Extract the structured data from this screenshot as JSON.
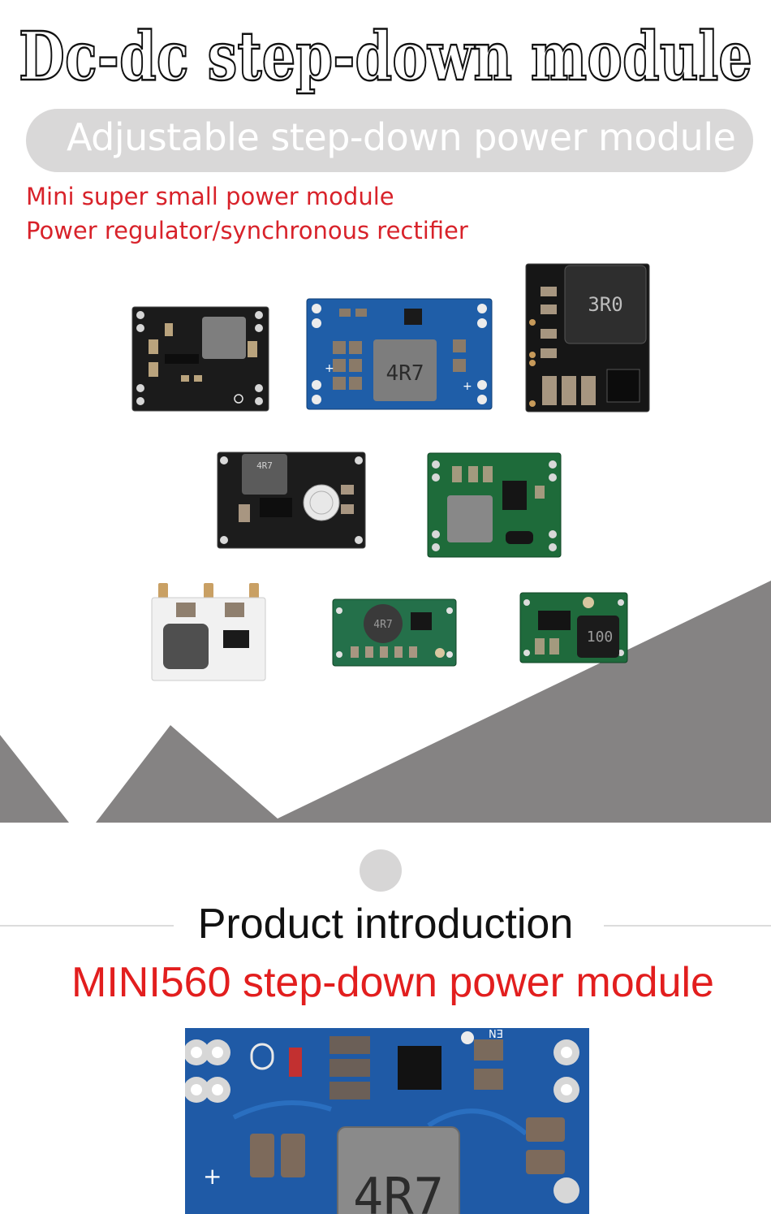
{
  "header": {
    "title": "Dc-dc step-down module",
    "subtitle": "Adjustable step-down power module",
    "features": [
      "Mini super small power module",
      "Power regulator/synchronous rectifier"
    ]
  },
  "gallery": {
    "modules": [
      {
        "marking": ""
      },
      {
        "marking": "4R7"
      },
      {
        "marking": "3R0"
      },
      {
        "marking": "4R7"
      },
      {
        "marking": ""
      },
      {
        "marking": ""
      },
      {
        "marking": "4R7"
      },
      {
        "marking": "100"
      }
    ]
  },
  "intro": {
    "heading": "Product introduction",
    "model_title": "MINI560 step-down power module"
  },
  "closeup": {
    "marking": "4R7",
    "pin_label": "EN"
  },
  "colors": {
    "accent_red": "#d8222a",
    "pill_gray": "#d9d8d8",
    "mountain_gray": "#858383",
    "pcb_blue": "#1f5ea8",
    "pcb_green": "#1e6b3a",
    "pcb_black": "#1b1b1b"
  }
}
